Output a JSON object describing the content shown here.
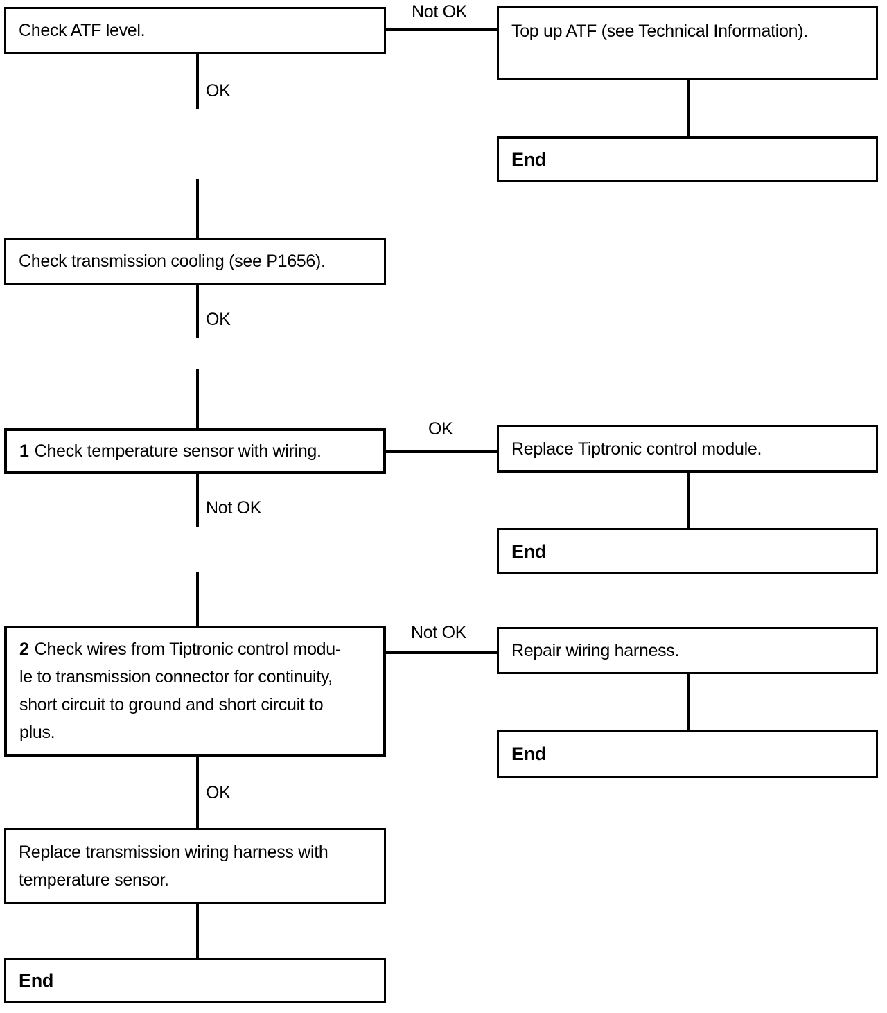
{
  "diagram": {
    "type": "flowchart",
    "subject": "Automatic transmission / Tiptronic diagnostic procedure"
  },
  "colors": {
    "line": "#000000",
    "text": "#000000",
    "background": "#ffffff"
  },
  "nodes": {
    "check_atf": {
      "text": "Check ATF level."
    },
    "top_up_atf": {
      "text": "Top up ATF (see Technical Information)."
    },
    "end_top_right": {
      "text": "End"
    },
    "check_cooling": {
      "text": "Check transmission cooling (see P1656)."
    },
    "check_temp_sensor": {
      "number": "1",
      "text": "Check temperature sensor with wiring."
    },
    "replace_tiptronic": {
      "text": "Replace Tiptronic control module."
    },
    "end_mid_right": {
      "text": "End"
    },
    "check_wires": {
      "number": "2",
      "text": "Check wires from Tiptronic control modu-\nle to transmission connector for continuity,\nshort circuit to ground and short circuit to\nplus."
    },
    "repair_harness": {
      "text": "Repair wiring harness."
    },
    "end_lower_right": {
      "text": "End"
    },
    "replace_harness": {
      "text": "Replace transmission wiring harness with\ntemperature sensor."
    },
    "end_bottom_left": {
      "text": "End"
    }
  },
  "edges": {
    "atf_not_ok": {
      "label": "Not OK"
    },
    "atf_ok": {
      "label": "OK"
    },
    "cooling_ok": {
      "label": "OK"
    },
    "temp_sensor_ok": {
      "label": "OK"
    },
    "temp_sensor_not_ok": {
      "label": "Not OK"
    },
    "wires_not_ok": {
      "label": "Not OK"
    },
    "wires_ok": {
      "label": "OK"
    }
  }
}
